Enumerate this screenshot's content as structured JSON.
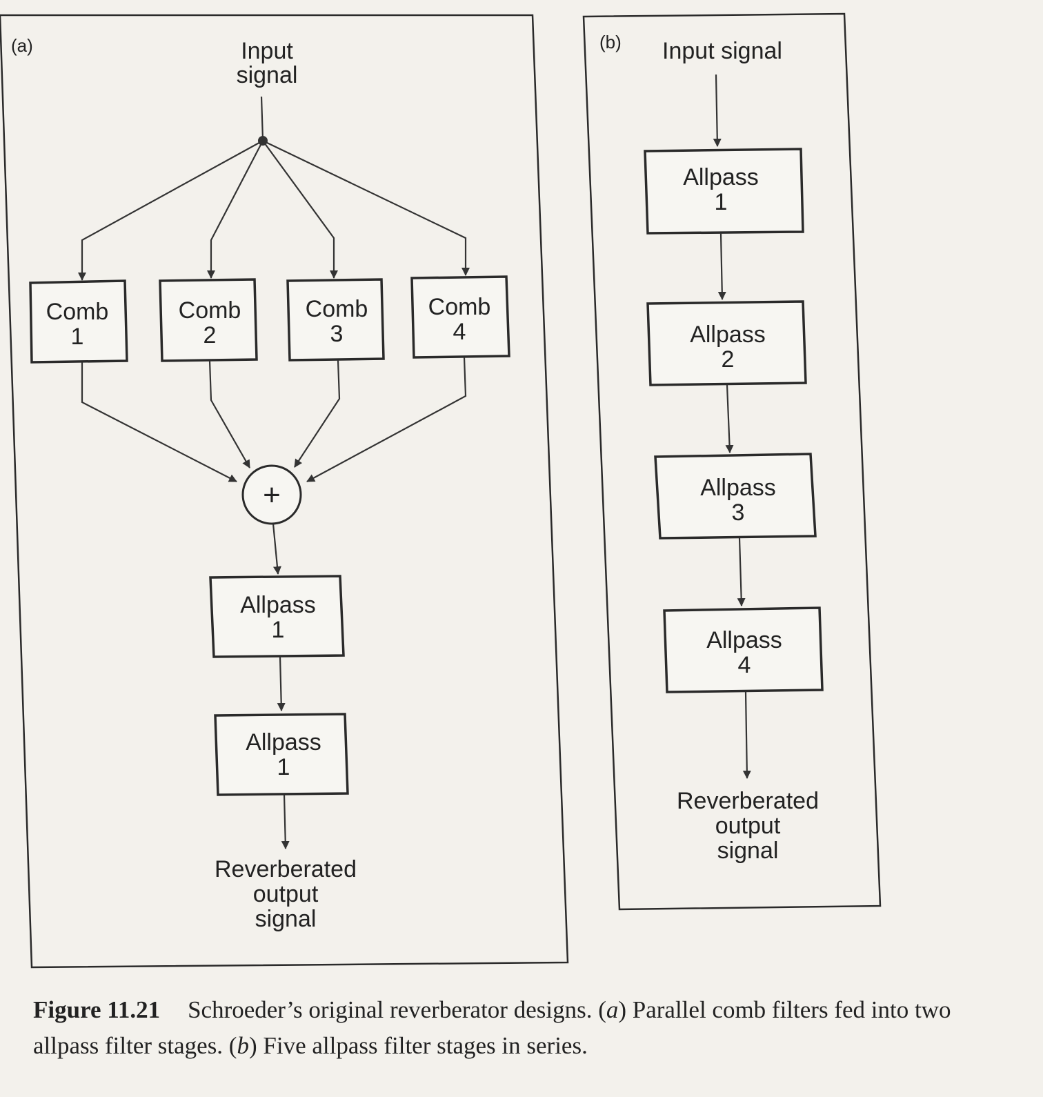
{
  "panel_a": {
    "tag": "(a)",
    "input": [
      "Input",
      "signal"
    ],
    "combs": [
      {
        "name": "Comb",
        "num": "1"
      },
      {
        "name": "Comb",
        "num": "2"
      },
      {
        "name": "Comb",
        "num": "3"
      },
      {
        "name": "Comb",
        "num": "4"
      }
    ],
    "sum_symbol": "+",
    "allpasses": [
      {
        "name": "Allpass",
        "num": "1"
      },
      {
        "name": "Allpass",
        "num": "1"
      }
    ],
    "output": [
      "Reverberated",
      "output",
      "signal"
    ]
  },
  "panel_b": {
    "tag": "(b)",
    "input": "Input signal",
    "allpasses": [
      {
        "name": "Allpass",
        "num": "1"
      },
      {
        "name": "Allpass",
        "num": "2"
      },
      {
        "name": "Allpass",
        "num": "3"
      },
      {
        "name": "Allpass",
        "num": "4"
      }
    ],
    "output": [
      "Reverberated",
      "output",
      "signal"
    ]
  },
  "caption": {
    "figure": "Figure 11.21",
    "text_1": "Schroeder’s original reverberator designs. (",
    "a": "a",
    "text_2": ") Parallel comb filters fed into two allpass filter stages. (",
    "b": "b",
    "text_3": ") Five allpass filter stages in series."
  }
}
